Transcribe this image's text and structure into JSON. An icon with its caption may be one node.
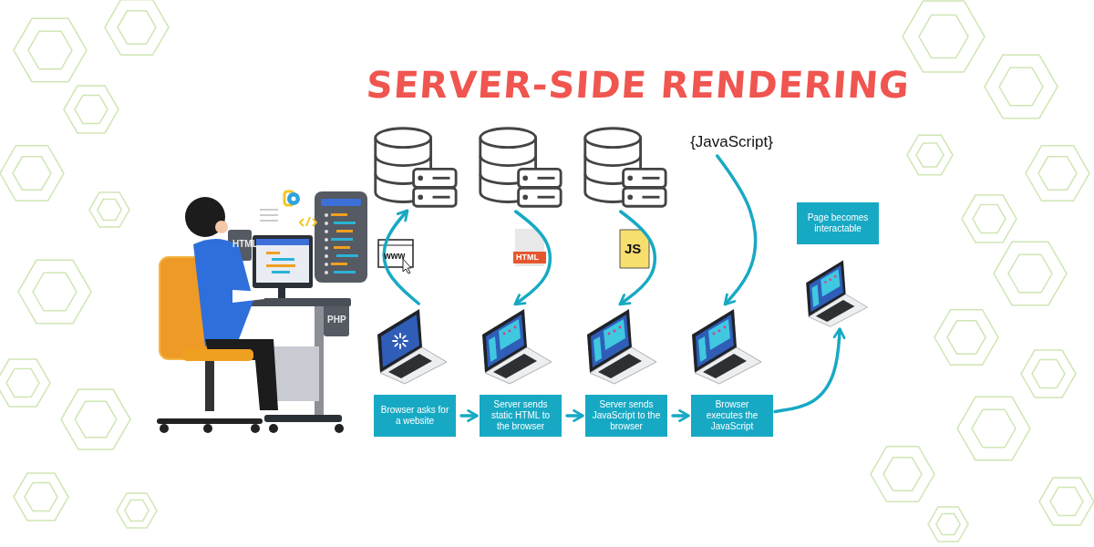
{
  "diagram": {
    "title": "SERVER-SIDE RENDERING",
    "nodes": [
      {
        "text": [],
        "shape": "picture"
      },
      {
        "text": [],
        "shape": "picture"
      },
      {
        "text": [],
        "shape": "picture"
      },
      {
        "text": [
          "{JavaScript}"
        ]
      },
      {
        "text": [],
        "shape": "picture"
      },
      {
        "text": [],
        "shape": "picture"
      },
      {
        "text": [],
        "shape": "picture"
      },
      {
        "text": [],
        "shape": "picture"
      },
      {
        "text": [],
        "shape": "picture"
      },
      {
        "text": [
          "Browser asks for a website"
        ]
      },
      {
        "text": [
          "Server sends static HTML to the browser"
        ]
      },
      {
        "text": [
          "Server sends JavaScript to the browser"
        ]
      },
      {
        "text": [
          "Browser executes the JavaScript"
        ]
      },
      {
        "text": [
          "Page becomes interactable"
        ]
      }
    ],
    "edges": [
      {
        "from": 4,
        "to": 0,
        "arrow": "to"
      },
      {
        "from": 1,
        "to": 5,
        "arrow": "to"
      },
      {
        "from": 2,
        "to": 6,
        "arrow": "to"
      },
      {
        "from": 3,
        "to": 7,
        "arrow": "to"
      },
      {
        "from": 12,
        "to": 8,
        "arrow": "to"
      },
      {
        "from": 9,
        "to": 10,
        "arrow": "to"
      },
      {
        "from": 10,
        "to": 11,
        "arrow": "to"
      },
      {
        "from": 11,
        "to": 12,
        "arrow": "to"
      }
    ],
    "labels": [
      "HTML",
      "PHP",
      "www",
      "HTML",
      "JS"
    ]
  }
}
